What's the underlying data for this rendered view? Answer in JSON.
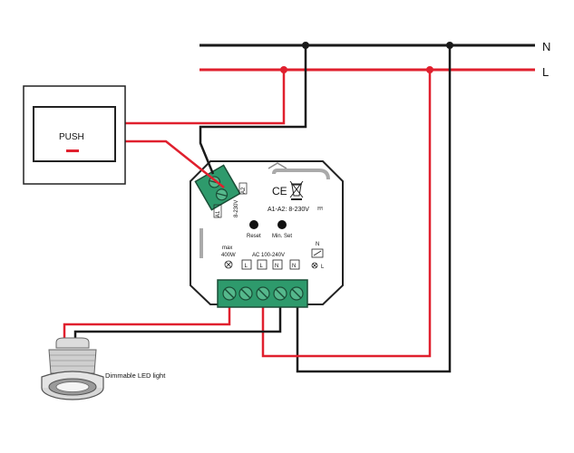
{
  "rails": {
    "neutral": "N",
    "line": "L"
  },
  "push_switch": {
    "label": "PUSH"
  },
  "module": {
    "input_terminals": [
      "A1",
      "A2"
    ],
    "input_voltage_vertical": "8-230V",
    "certifications": "CE",
    "input_spec": "A1-A2: 8-230V",
    "buttons": [
      "Reset",
      "Min. Set"
    ],
    "max_power_label": "max",
    "max_power_value": "400W",
    "ac_label": "AC 100-240V",
    "output_terminals": [
      "L",
      "L",
      "N",
      "N"
    ],
    "n_label": "N",
    "right_l_label": "L"
  },
  "lamp": {
    "label": "Dimmable LED light"
  },
  "colors": {
    "line_wire": "#e0202e",
    "neutral_wire": "#1a1a1a",
    "terminal_green": "#2e9a6c",
    "module_body": "#ffffff"
  },
  "icons": [
    "push-indicator-icon",
    "weee-bin-icon",
    "dimmer-symbol-icon",
    "ground-symbol-icon",
    "terminal-screw-icon"
  ]
}
